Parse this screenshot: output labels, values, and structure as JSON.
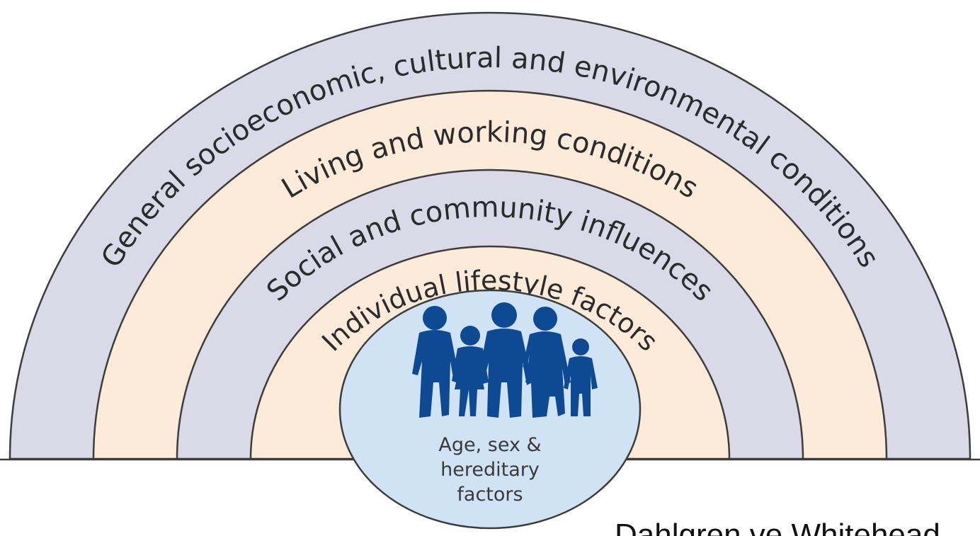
{
  "diagram": {
    "layers": [
      {
        "label": "General socioeconomic, cultural and environmental conditions",
        "fill": "#d9d9e8"
      },
      {
        "label": "Living and working conditions",
        "fill": "#fbebd8"
      },
      {
        "label": "Social and community influences",
        "fill": "#d9d9e8"
      },
      {
        "label": "Individual lifestyle factors",
        "fill": "#fbebd8"
      }
    ],
    "core": {
      "lines": [
        "Age, sex &",
        "hereditary",
        "factors"
      ],
      "fill": "#cfe3f4",
      "figure_icon": "family-silhouette-icon",
      "figure_color": "#0d4a93"
    },
    "outline_color": "#3d3d3d",
    "credit": "Dahlgren ve Whitehead"
  }
}
